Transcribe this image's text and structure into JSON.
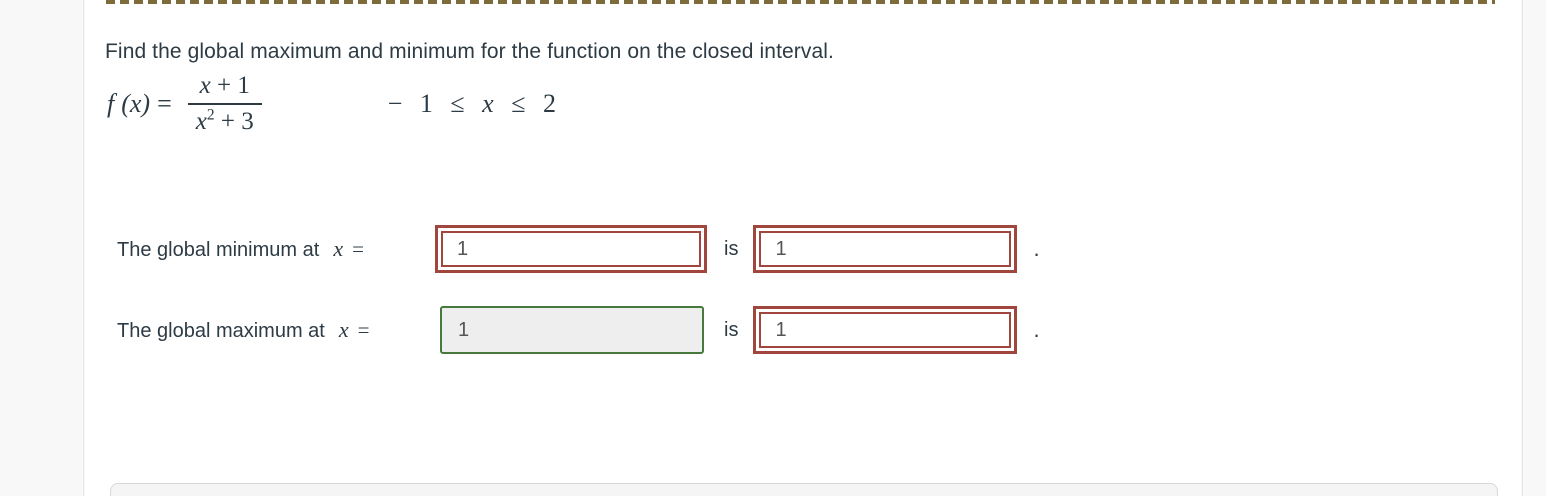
{
  "colors": {
    "text": "#2d3b45",
    "incorrect_border": "#a0463c",
    "correct_border": "#47783c",
    "correct_fill": "#eeeeee",
    "separator_dash": "#7e6b3b",
    "input_text": "#555555",
    "side_gutter": "#f8f8f8"
  },
  "question": {
    "prompt": "Find the global maximum and minimum for the function on the closed interval.",
    "formula": {
      "lhs": {
        "f": "f",
        "arg": "(x)",
        "eq": "="
      },
      "fraction": {
        "numerator": {
          "var": "x",
          "rest": " + 1"
        },
        "denominator": {
          "var": "x",
          "sup": "2",
          "rest": " + 3"
        }
      },
      "interval": {
        "pre": "− 1 ≤ ",
        "var": "x",
        "post": " ≤ 2"
      }
    }
  },
  "answers": [
    {
      "label": "The global minimum at",
      "var": "x",
      "eq": "=",
      "x_value": "1",
      "x_state": "incorrect",
      "connector": "is",
      "f_value": "1",
      "f_state": "incorrect",
      "terminator": "."
    },
    {
      "label": "The global maximum at",
      "var": "x",
      "eq": "=",
      "x_value": "1",
      "x_state": "correct",
      "connector": "is",
      "f_value": "1",
      "f_state": "incorrect",
      "terminator": "."
    }
  ]
}
